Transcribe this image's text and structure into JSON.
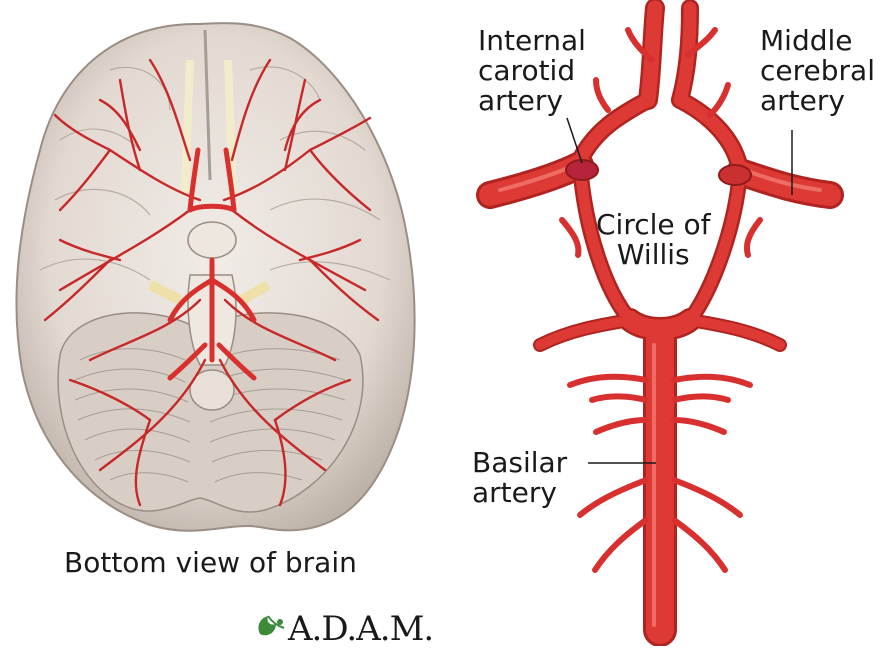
{
  "labels": {
    "internal_carotid": "Internal\ncarotid\nartery",
    "middle_cerebral": "Middle\ncerebral\nartery",
    "circle_of_willis": "Circle of\nWillis",
    "basilar": "Basilar\nartery",
    "bottom_view": "Bottom view of brain"
  },
  "logo": {
    "text": "A.D.A.M.",
    "icon": "leaf-icon"
  },
  "colors": {
    "artery": "#d8302f",
    "artery_dark": "#a51d1f",
    "artery_light": "#ee6a62",
    "brain": "#e6dfd8",
    "brain_shadow": "#b9afa6",
    "logo_green": "#3c8a3a"
  }
}
